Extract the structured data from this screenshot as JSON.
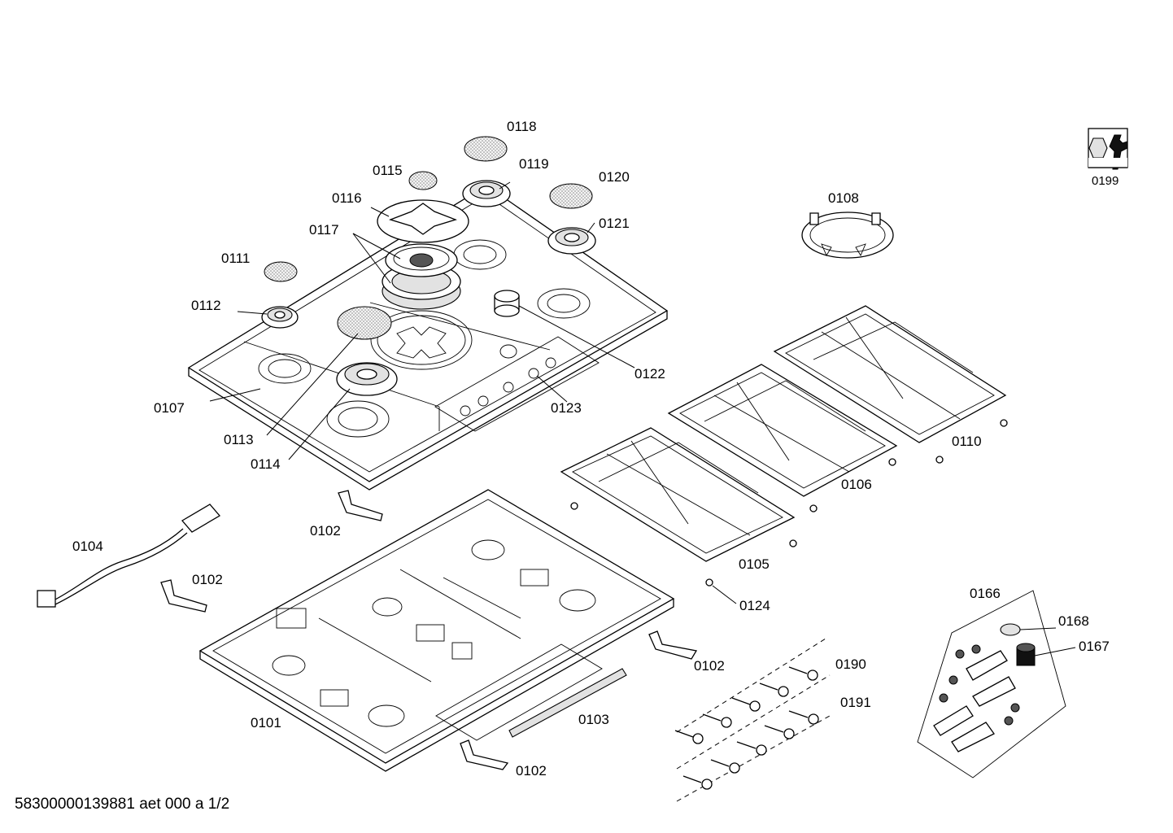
{
  "diagram": {
    "document_number": "58300000139881 aet 000 a 1/2",
    "tool_icon_label": "0199",
    "labels": {
      "p0101": "0101",
      "p0102": "0102",
      "p0103": "0103",
      "p0104": "0104",
      "p0105": "0105",
      "p0106": "0106",
      "p0107": "0107",
      "p0108": "0108",
      "p0110": "0110",
      "p0111": "0111",
      "p0112": "0112",
      "p0113": "0113",
      "p0114": "0114",
      "p0115": "0115",
      "p0116": "0116",
      "p0117": "0117",
      "p0118": "0118",
      "p0119": "0119",
      "p0120": "0120",
      "p0121": "0121",
      "p0122": "0122",
      "p0123": "0123",
      "p0124": "0124",
      "p0166": "0166",
      "p0167": "0167",
      "p0168": "0168",
      "p0190": "0190",
      "p0191": "0191"
    }
  }
}
